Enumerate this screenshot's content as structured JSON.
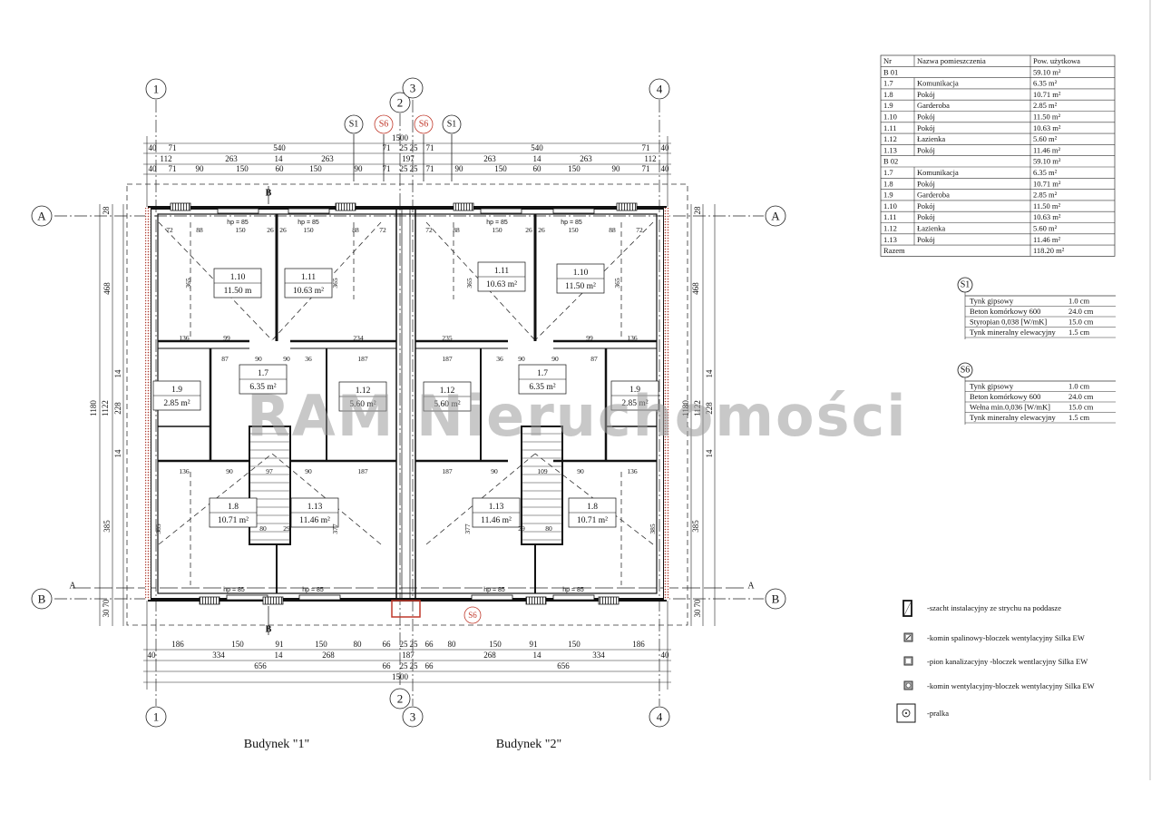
{
  "axes": {
    "a1": "1",
    "a2": "2",
    "a3": "3",
    "a4": "4",
    "aA": "A",
    "aB": "B"
  },
  "sections": {
    "s1": "S1",
    "s6": "S6",
    "cut": "B",
    "cut_line": "A"
  },
  "watermark": "RAM Nieruchomości",
  "buildings": {
    "b1": "Budynek \"1\"",
    "b2": "Budynek \"2\""
  },
  "hp_note": "hp = 85",
  "rooms": [
    {
      "nr": "1.10",
      "area": "11.50 m"
    },
    {
      "nr": "1.11",
      "area": "10.63 m²"
    },
    {
      "nr": "1.7",
      "area": "6.35 m²"
    },
    {
      "nr": "1.9",
      "area": "2.85 m²"
    },
    {
      "nr": "1.12",
      "area": "5.60 m²"
    },
    {
      "nr": "1.8",
      "area": "10.71 m²"
    },
    {
      "nr": "1.13",
      "area": "11.46 m²"
    },
    {
      "nr": "1.12",
      "area": "5.60 m²"
    },
    {
      "nr": "1.7",
      "area": "6.35 m²"
    },
    {
      "nr": "1.11",
      "area": "10.63 m²"
    },
    {
      "nr": "1.10",
      "area": "11.50 m²"
    },
    {
      "nr": "1.9",
      "area": "2.85 m²"
    },
    {
      "nr": "1.13",
      "area": "11.46 m²"
    },
    {
      "nr": "1.8",
      "area": "10.71 m²"
    }
  ],
  "dims": {
    "top1": [
      "1500"
    ],
    "top2": [
      "40",
      "71",
      "540",
      "71",
      "25",
      "25",
      "71",
      "540",
      "71",
      "40"
    ],
    "top3": [
      "112",
      "263",
      "14",
      "263",
      "197",
      "263",
      "14",
      "263",
      "112"
    ],
    "top4": [
      "40",
      "71",
      "90",
      "150",
      "60",
      "150",
      "90",
      "71",
      "25",
      "25",
      "71",
      "90",
      "150",
      "60",
      "150",
      "90",
      "71",
      "40"
    ],
    "bot1": [
      "186",
      "150",
      "91",
      "150",
      "80",
      "66",
      "25",
      "25",
      "66",
      "80",
      "150",
      "91",
      "150",
      "186"
    ],
    "bot2": [
      "40",
      "334",
      "14",
      "268",
      "187",
      "268",
      "14",
      "334",
      "40"
    ],
    "bot3": [
      "656",
      "66",
      "25",
      "25",
      "66",
      "656"
    ],
    "bot4": [
      "1500"
    ],
    "left": [
      "28",
      "468",
      "1180",
      "1122",
      "228",
      "14",
      "14",
      "385",
      "70",
      "30"
    ],
    "right": [
      "28",
      "468",
      "1180",
      "1122",
      "228",
      "14",
      "14",
      "385",
      "70",
      "30"
    ],
    "interior": [
      "72",
      "88",
      "150",
      "26",
      "26",
      "150",
      "88",
      "72",
      "72",
      "88",
      "150",
      "26",
      "26",
      "150",
      "88",
      "72",
      "365",
      "365",
      "365",
      "365",
      "136",
      "99",
      "234",
      "235",
      "99",
      "136",
      "87",
      "90",
      "90",
      "36",
      "187",
      "187",
      "36",
      "90",
      "90",
      "87",
      "136",
      "90",
      "97",
      "90",
      "187",
      "187",
      "90",
      "109",
      "90",
      "136",
      "80",
      "29",
      "29",
      "80",
      "377",
      "377",
      "385",
      "385"
    ]
  },
  "area_table": {
    "headers": [
      "Nr",
      "Nazwa pomieszczenia",
      "Pow. użytkowa"
    ],
    "rows": [
      [
        "B 01",
        "",
        "59.10 m²"
      ],
      [
        "1.7",
        "Komunikacja",
        "6.35 m²"
      ],
      [
        "1.8",
        "Pokój",
        "10.71 m²"
      ],
      [
        "1.9",
        "Garderoba",
        "2.85 m²"
      ],
      [
        "1.10",
        "Pokój",
        "11.50 m²"
      ],
      [
        "1.11",
        "Pokój",
        "10.63 m²"
      ],
      [
        "1.12",
        "Łazienka",
        "5.60 m²"
      ],
      [
        "1.13",
        "Pokój",
        "11.46 m²"
      ],
      [
        "B 02",
        "",
        "59.10 m²"
      ],
      [
        "1.7",
        "Komunikacja",
        "6.35 m²"
      ],
      [
        "1.8",
        "Pokój",
        "10.71 m²"
      ],
      [
        "1.9",
        "Garderoba",
        "2.85 m²"
      ],
      [
        "1.10",
        "Pokój",
        "11.50 m²"
      ],
      [
        "1.11",
        "Pokój",
        "10.63 m²"
      ],
      [
        "1.12",
        "Łazienka",
        "5.60 m²"
      ],
      [
        "1.13",
        "Pokój",
        "11.46 m²"
      ],
      [
        "Razem",
        "",
        "118.20 m²"
      ]
    ]
  },
  "wall_s1": {
    "label": "S1",
    "layers": [
      [
        "Tynk gipsowy",
        "1.0 cm"
      ],
      [
        "Beton komórkowy 600",
        "24.0 cm"
      ],
      [
        "Styropian 0,038 [W/mK]",
        "15.0 cm"
      ],
      [
        "Tynk mineralny elewacyjny",
        "1.5 cm"
      ]
    ]
  },
  "wall_s6": {
    "label": "S6",
    "layers": [
      [
        "Tynk gipsowy",
        "1.0 cm"
      ],
      [
        "Beton komórkowy 600",
        "24.0 cm"
      ],
      [
        "Wełna min.0,036 [W/mK]",
        "15.0 cm"
      ],
      [
        "Tynk mineralny elewacyjny",
        "1.5 cm"
      ]
    ]
  },
  "legend": [
    {
      "icon": "shaft-icon",
      "text": "-szacht instalacyjny ze strychu na poddasze"
    },
    {
      "icon": "flue-chimney-icon",
      "text": "-komin spalinowy-bloczek wentylacyjny Silka EW"
    },
    {
      "icon": "sewer-pipe-icon",
      "text": "-pion kanalizacyjny -bloczek wentlacyjny Silka EW"
    },
    {
      "icon": "vent-chimney-icon",
      "text": "-komin wentylacyjny-bloczek wentylacyjny Silka EW"
    },
    {
      "icon": "washing-machine-icon",
      "text": "-pralka"
    }
  ],
  "colors": {
    "line": "#111111",
    "red": "#c0392b",
    "watermark": "#9a9a9a"
  }
}
